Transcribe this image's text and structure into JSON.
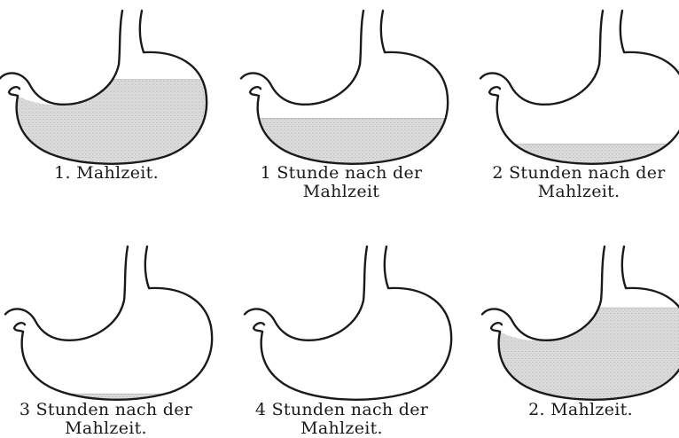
{
  "colors": {
    "ink": "#1a1a1a",
    "fill": "#d9d9d9",
    "paper": "#ffffff"
  },
  "panels": [
    {
      "caption_lines": [
        "1. Mahlzeit."
      ],
      "fill_level": 0.78
    },
    {
      "caption_lines": [
        "1 Stunde nach der",
        "Mahlzeit"
      ],
      "fill_level": 0.42
    },
    {
      "caption_lines": [
        "2 Stunden nach der",
        "Mahlzeit."
      ],
      "fill_level": 0.18
    },
    {
      "caption_lines": [
        "3 Stunden nach der",
        "Mahlzeit."
      ],
      "fill_level": 0.05
    },
    {
      "caption_lines": [
        "4 Stunden nach der",
        "Mahlzeit."
      ],
      "fill_level": 0.0
    },
    {
      "caption_lines": [
        "2. Mahlzeit."
      ],
      "fill_level": 0.85
    }
  ]
}
